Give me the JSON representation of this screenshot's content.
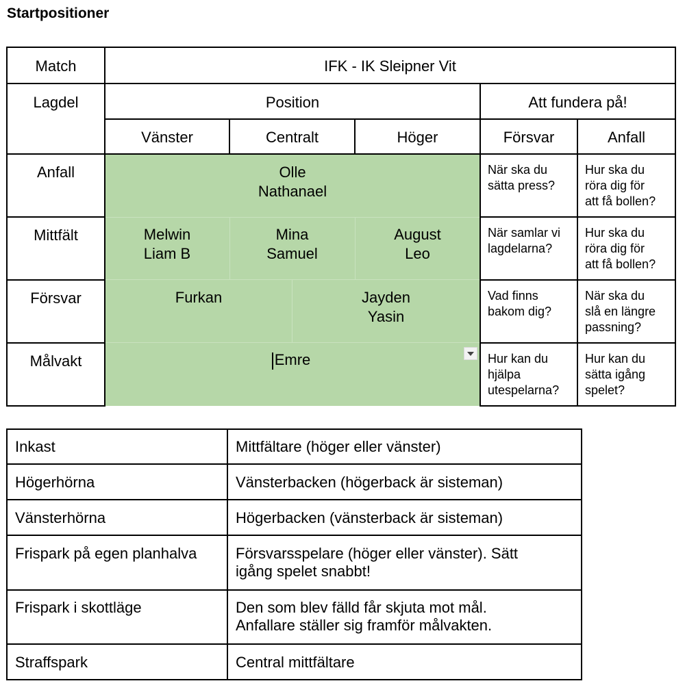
{
  "heading": "Startpositioner",
  "lineup": {
    "match_label": "Match",
    "match_value": "IFK - IK Sleipner Vit",
    "lagdel_label": "Lagdel",
    "position_label": "Position",
    "think_label": "Att fundera på!",
    "col_vanster": "Vänster",
    "col_centralt": "Centralt",
    "col_hoger": "Höger",
    "col_forsvar": "Försvar",
    "col_anfall": "Anfall",
    "rows": {
      "anfall": {
        "label": "Anfall",
        "players": "Olle\nNathanael",
        "q_forsvar": "När ska du\nsätta press?",
        "q_anfall": "Hur ska du\nröra dig för\natt få bollen?"
      },
      "mittfalt": {
        "label": "Mittfält",
        "left": "Melwin\nLiam B",
        "center": "Mina\nSamuel",
        "right": "August\nLeo",
        "q_forsvar": "När samlar vi\nlagdelarna?",
        "q_anfall": "Hur ska du\nröra dig för\natt få bollen?"
      },
      "forsvar": {
        "label": "Försvar",
        "left": "Furkan",
        "right": "Jayden\nYasin",
        "q_forsvar": "Vad finns\nbakom dig?",
        "q_anfall": "När ska du\nslå en längre\npassning?"
      },
      "malvakt": {
        "label": "Målvakt",
        "players": "Emre",
        "q_forsvar": "Hur kan du\nhjälpa\nutespelarna?",
        "q_anfall": "Hur kan du\nsätta igång\nspelet?"
      }
    }
  },
  "situations": [
    {
      "situation": "Inkast",
      "action": "Mittfältare (höger eller vänster)"
    },
    {
      "situation": "Högerhörna",
      "action": "Vänsterbacken (högerback är sisteman)"
    },
    {
      "situation": "Vänsterhörna",
      "action": "Högerbacken (vänsterback är sisteman)"
    },
    {
      "situation": "Frispark på egen planhalva",
      "action": "Försvarsspelare (höger eller vänster). Sätt\nigång spelet snabbt!"
    },
    {
      "situation": "Frispark i skottläge",
      "action": "Den som blev fälld får skjuta mot mål.\nAnfallare ställer sig framför målvakten."
    },
    {
      "situation": "Straffspark",
      "action": "Central mittfältare"
    }
  ]
}
